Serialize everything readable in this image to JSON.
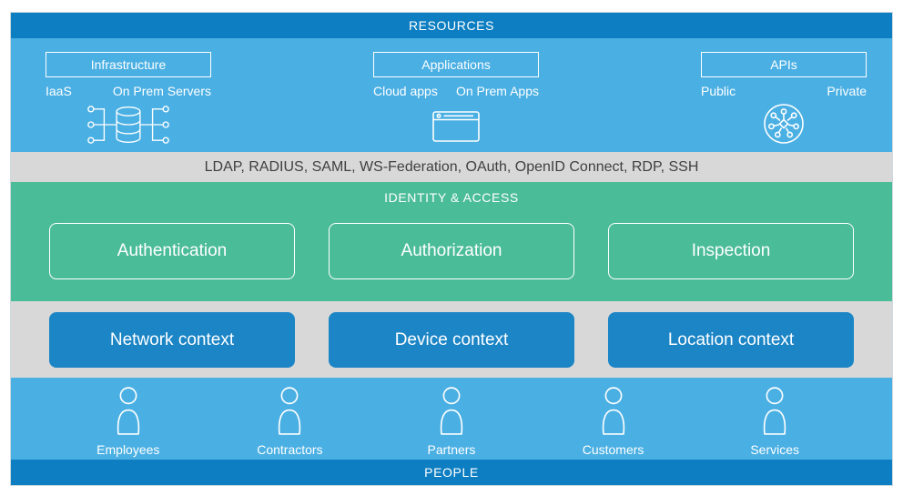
{
  "header": {
    "title": "RESOURCES"
  },
  "resources": {
    "groups": [
      {
        "title": "Infrastructure",
        "left_label": "IaaS",
        "right_label": "On Prem Servers",
        "icon": "database-network-icon"
      },
      {
        "title": "Applications",
        "left_label": "Cloud apps",
        "right_label": "On Prem Apps",
        "icon": "browser-window-icon"
      },
      {
        "title": "APIs",
        "left_label": "Public",
        "right_label": "Private",
        "icon": "api-hub-icon"
      }
    ]
  },
  "protocols": {
    "text": "LDAP, RADIUS, SAML, WS-Federation, OAuth, OpenID Connect, RDP, SSH"
  },
  "identity_access": {
    "heading": "IDENTITY & ACCESS",
    "boxes": [
      {
        "label": "Authentication"
      },
      {
        "label": "Authorization"
      },
      {
        "label": "Inspection"
      }
    ]
  },
  "context": {
    "boxes": [
      {
        "label": "Network context"
      },
      {
        "label": "Device context"
      },
      {
        "label": "Location context"
      }
    ]
  },
  "people": {
    "groups": [
      {
        "label": "Employees"
      },
      {
        "label": "Contractors"
      },
      {
        "label": "Partners"
      },
      {
        "label": "Customers"
      },
      {
        "label": "Services"
      }
    ],
    "footer": "PEOPLE"
  },
  "colors": {
    "dark_blue": "#0d7ec1",
    "light_blue": "#4aafe3",
    "green": "#4bbc98",
    "gray_band": "#d8d8d8",
    "context_box_blue": "#1b85c6",
    "protocol_text": "#404040",
    "white": "#ffffff"
  }
}
